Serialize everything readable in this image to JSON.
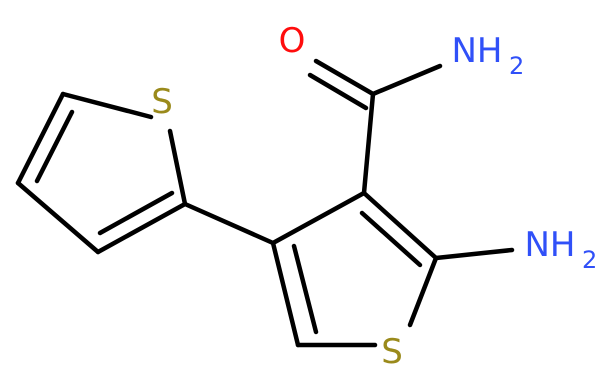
{
  "colors": {
    "bond": "#000000",
    "sulfur": "#9a8a1b",
    "oxygen": "#ff0d0d",
    "nitrogen": "#3050f8",
    "background": "#ffffff"
  },
  "atoms": {
    "s1": {
      "label": "S"
    },
    "s2": {
      "label": "S"
    },
    "o1": {
      "label": "O"
    },
    "n_amide": {
      "label": "NH",
      "sub": "2"
    },
    "n_amino": {
      "label": "NH",
      "sub": "2"
    }
  }
}
